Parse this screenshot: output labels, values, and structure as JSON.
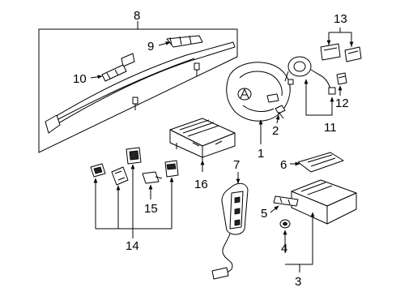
{
  "diagram": {
    "callouts": [
      "1",
      "2",
      "3",
      "4",
      "5",
      "6",
      "7",
      "8",
      "9",
      "10",
      "11",
      "12",
      "13",
      "14",
      "15",
      "16"
    ]
  },
  "icons": {
    "arrow": "arrowhead",
    "logo": "acura-emblem"
  }
}
